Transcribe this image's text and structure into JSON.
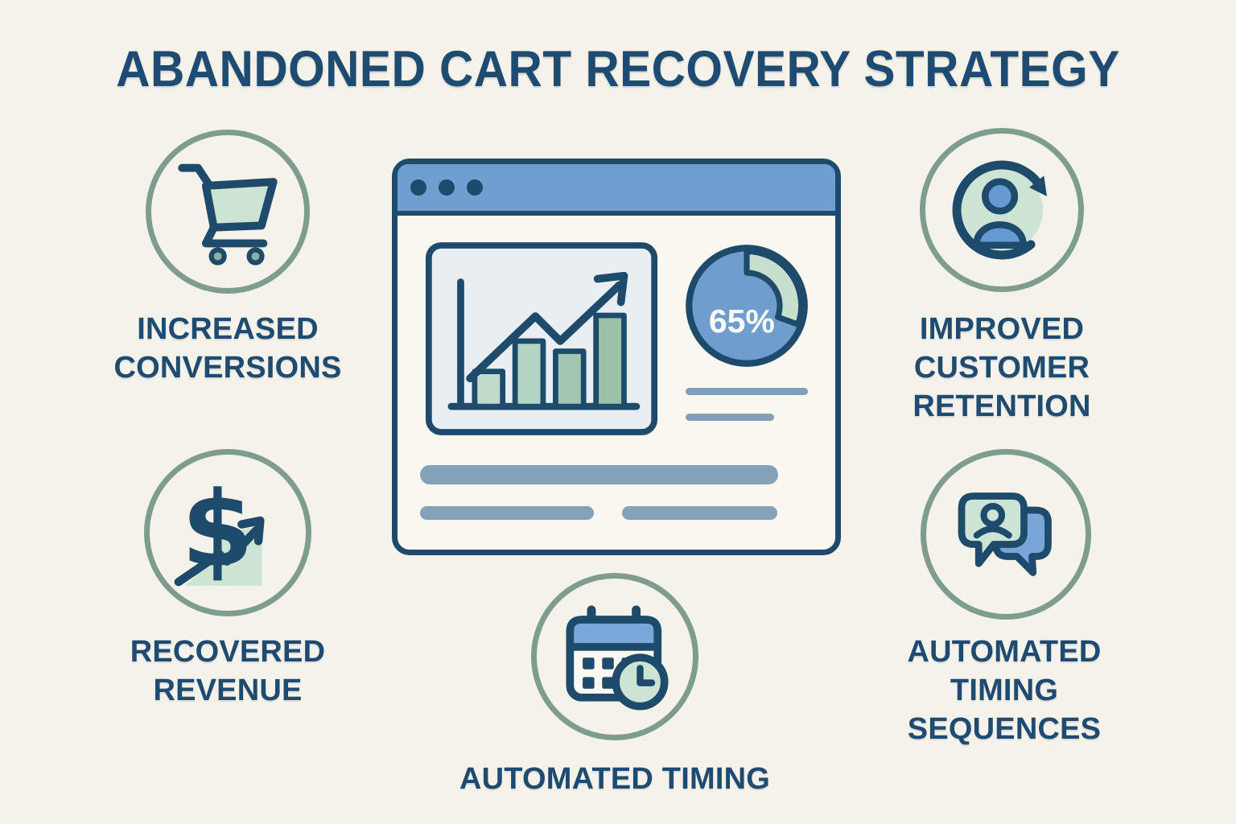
{
  "title": "ABANDONED CART RECOVERY STRATEGY",
  "features": [
    {
      "id": "increased-conversions",
      "icon": "shopping-cart-icon",
      "lines": [
        "INCREASED",
        "CONVERSIONS"
      ]
    },
    {
      "id": "recovered-revenue",
      "icon": "dollar-growth-icon",
      "symbol": "$",
      "lines": [
        "RECOVERED",
        "REVENUE"
      ]
    },
    {
      "id": "automated-timing",
      "icon": "calendar-clock-icon",
      "lines": [
        "AUTOMATED TIMING"
      ]
    },
    {
      "id": "improved-customer-retention",
      "icon": "customer-refresh-icon",
      "lines": [
        "IMPROVED",
        "CUSTOMER",
        "RETENTION"
      ]
    },
    {
      "id": "automated-timing-sequences",
      "icon": "chat-bubbles-icon",
      "lines": [
        "AUTOMATED",
        "TIMING",
        "SEQUENCES"
      ]
    }
  ],
  "dashboard": {
    "window_type": "browser-mockup",
    "pie": {
      "label": "65%",
      "percent": 65
    },
    "bar_chart": {
      "values": [
        28,
        52,
        44,
        72
      ],
      "trend": "up"
    }
  },
  "colors": {
    "background": "#f5f2ea",
    "navy_outline": "#1e4a6b",
    "text_navy": "#1d4b71",
    "sage_ring": "#7e9d8f",
    "mint_fill": "#cde4d4",
    "blue_fill": "#6f9fd0",
    "gray_blue_placeholder": "#84a2ba"
  }
}
